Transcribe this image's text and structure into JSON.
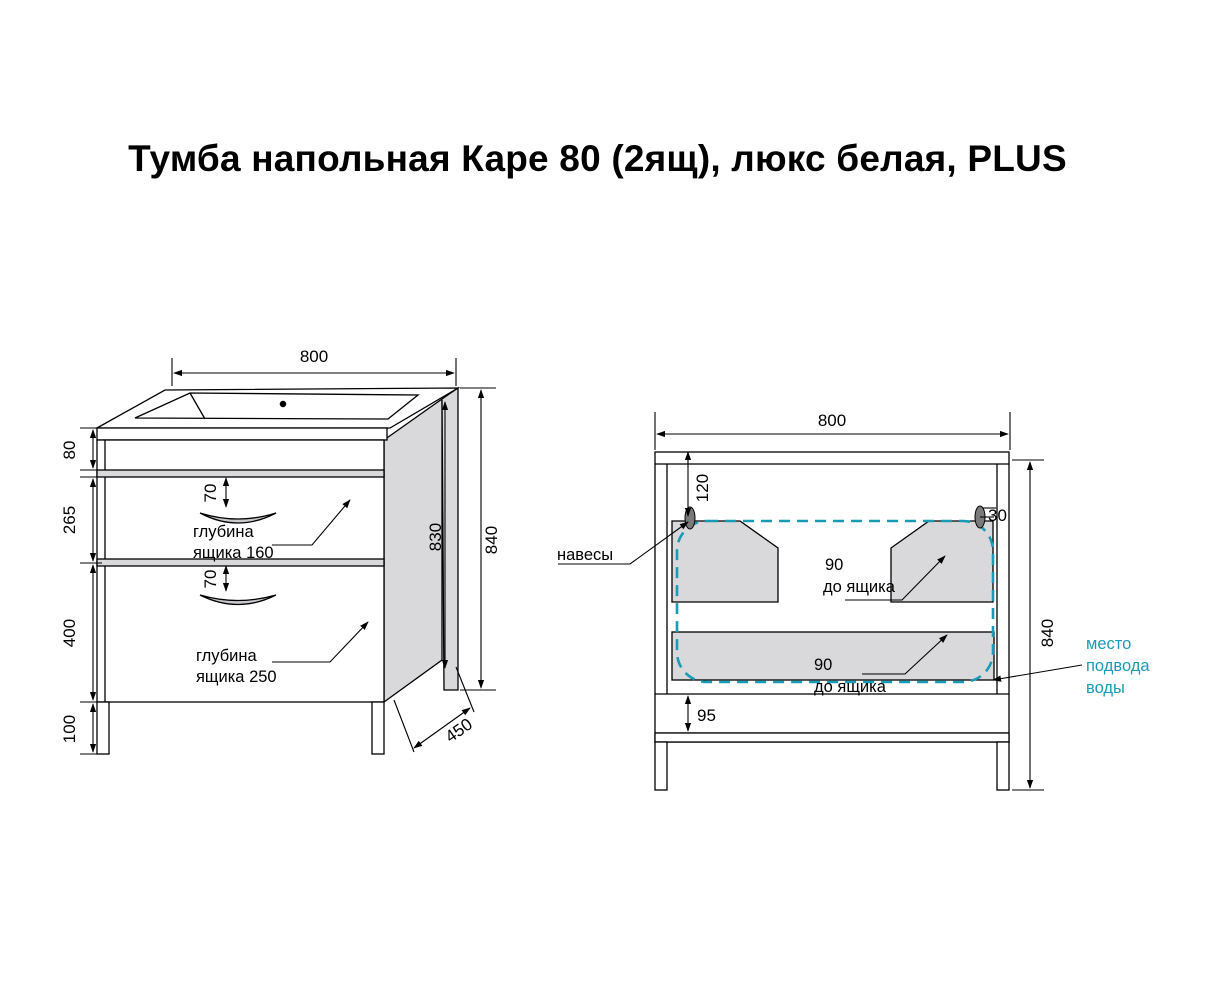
{
  "title": "Тумба напольная Каре 80 (2ящ), люкс белая, PLUS",
  "colors": {
    "line": "#000000",
    "panel": "#d9d9db",
    "water": "#1a9bb5",
    "hinge": "#7a7a7a"
  },
  "left_view": {
    "width": "800",
    "depth": "450",
    "height_total": "840",
    "height_body": "830",
    "top_panel": "80",
    "drawer1": "265",
    "drawer2": "400",
    "legs": "100",
    "handle1": "70",
    "handle2": "70",
    "drawer1_depth_line1": "глубина",
    "drawer1_depth_line2": "ящика 160",
    "drawer2_depth_line1": "глубина",
    "drawer2_depth_line2": "ящика 250"
  },
  "right_view": {
    "width": "800",
    "height_total": "840",
    "hinge_offset": "120",
    "hinge_side": "30",
    "bottom_gap": "95",
    "hinges_label": "навесы",
    "clearance1_value": "90",
    "clearance1_text": "до ящика",
    "clearance2_value": "90",
    "clearance2_text": "до ящика",
    "water_line1": "место",
    "water_line2": "подвода",
    "water_line3": "воды"
  }
}
